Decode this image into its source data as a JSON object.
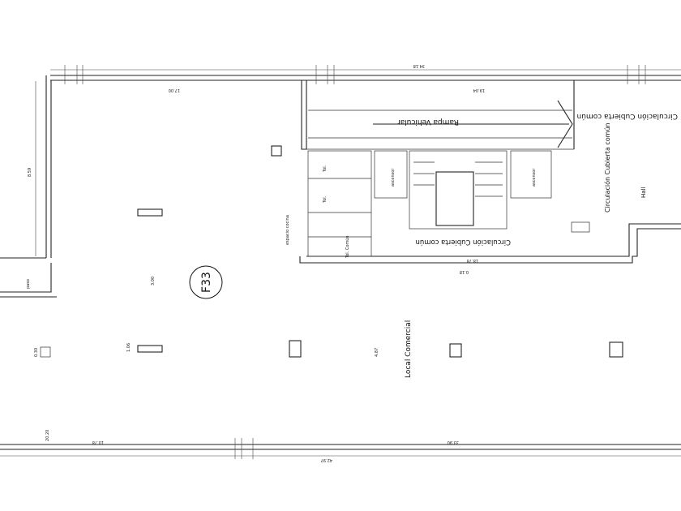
{
  "plan": {
    "label_id": "F33",
    "rooms": {
      "rampa": "Rampa Vehicular",
      "circ_top": "Circulación Cubierta común",
      "circ_mid": "Circulación Cubierta común",
      "circ_lower": "Circulación Cubierta común",
      "hall": "Hall",
      "tol1": "Tol.",
      "tol2": "Tol.",
      "tol_comun": "Tol. Común",
      "espacio_cocina": "espacio cocina",
      "ascensor1": "ascensor",
      "ascensor2": "ascensor",
      "local": "Local Comercial",
      "paso": "paso"
    },
    "dims": {
      "top_total": "34.18",
      "bottom_total": "42.97",
      "left_side": "8.59",
      "top_inner_left": "17.00",
      "top_inner_right": "19.04",
      "bottom_inner_right": "33.90",
      "bottom_left": "10.78",
      "left_small": "20.20",
      "mid_center": "3.00",
      "core_bottom": "18.78",
      "core_low": "0.18",
      "col_a": "1.06",
      "col_b": "0.30",
      "col_c": "4.87"
    }
  }
}
